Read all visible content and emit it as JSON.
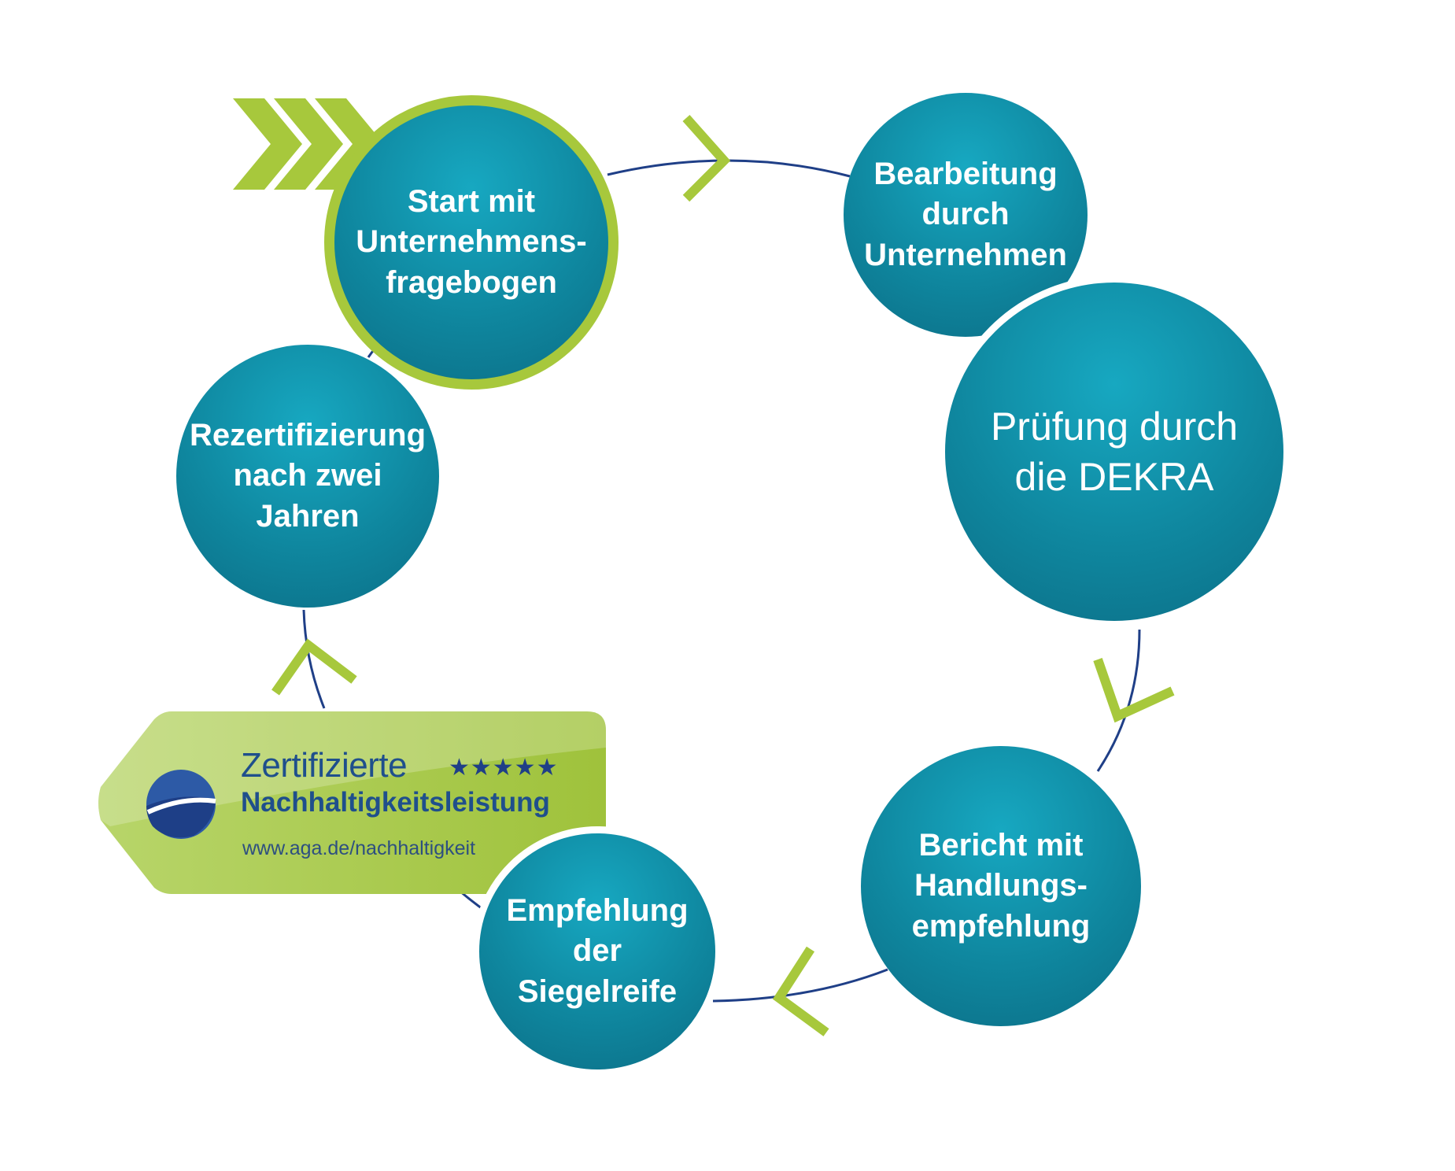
{
  "diagram": {
    "nodes": [
      {
        "id": "start",
        "label": "Start mit\nUnternehmens-\nfragebogen"
      },
      {
        "id": "bearbeitung",
        "label": "Bearbeitung\ndurch\nUnternehmen"
      },
      {
        "id": "dekra",
        "label": "Prüfung durch\ndie DEKRA"
      },
      {
        "id": "bericht",
        "label": "Bericht mit\nHandlungs-\nempfehlung"
      },
      {
        "id": "empfehlung",
        "label": "Empfehlung\nder\nSiegelreife"
      },
      {
        "id": "rezertifizierung",
        "label": "Rezertifizierung\nnach zwei\nJahren"
      }
    ],
    "seal": {
      "title": "Zertifizierte",
      "stars": "★★★★★",
      "subtitle": "Nachhaltigkeitsleistung",
      "url": "www.aga.de/nachhaltigkeit"
    }
  },
  "colors": {
    "node_fill": "#0f879f",
    "node_fill_light": "#17a8c1",
    "accent_green": "#a7c83c",
    "seal_green": "#9fc23b",
    "cycle_line": "#1f3f87",
    "seal_text": "#1f4f8c"
  },
  "icons": [
    "chevron-right-icon",
    "globe-icon",
    "star-icon"
  ]
}
